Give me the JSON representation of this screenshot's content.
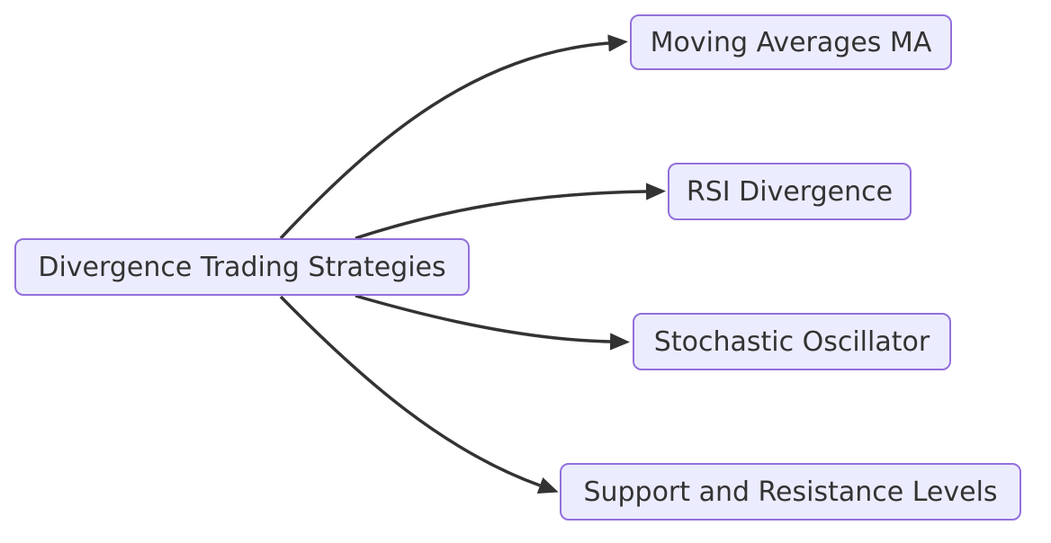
{
  "diagram": {
    "type": "flowchart",
    "direction": "left-to-right",
    "nodes": {
      "root": {
        "label": "Divergence Trading Strategies"
      },
      "ma": {
        "label": "Moving Averages MA"
      },
      "rsi": {
        "label": "RSI Divergence"
      },
      "stoch": {
        "label": "Stochastic Oscillator"
      },
      "sr": {
        "label": "Support and Resistance Levels"
      }
    },
    "edges": [
      {
        "from": "Divergence Trading Strategies",
        "to": "Moving Averages MA"
      },
      {
        "from": "Divergence Trading Strategies",
        "to": "RSI Divergence"
      },
      {
        "from": "Divergence Trading Strategies",
        "to": "Stochastic Oscillator"
      },
      {
        "from": "Divergence Trading Strategies",
        "to": "Support and Resistance Levels"
      }
    ],
    "colors": {
      "node_fill": "#ECECFF",
      "node_border": "#9370DB",
      "edge_stroke": "#333333",
      "text": "#333333",
      "background": "#FFFFFF"
    }
  }
}
